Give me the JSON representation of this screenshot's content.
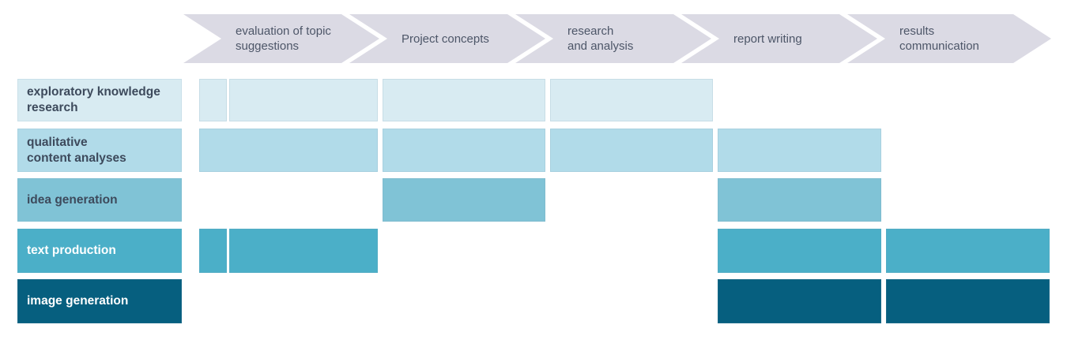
{
  "title": "AI usage across project phases matrix",
  "colors": {
    "background": "#ffffff",
    "chevron_bg": "#dbdae4",
    "chevron_text": "#4d5668",
    "row_text_dark": "#3d4a5c",
    "row_text_light": "#ffffff"
  },
  "phases": [
    {
      "label": "evaluation of topic\nsuggestions"
    },
    {
      "label": "Project concepts"
    },
    {
      "label": "research\nand analysis"
    },
    {
      "label": "report writing"
    },
    {
      "label": "results\ncommunication"
    }
  ],
  "rows": [
    {
      "label": "exploratory knowledge\nresearch",
      "color": "#d8ebf2",
      "text": "dark",
      "cells": [
        {
          "phase": 1,
          "split": true
        },
        {
          "phase": 2
        },
        {
          "phase": 3
        }
      ]
    },
    {
      "label": "qualitative\ncontent analyses",
      "color": "#b1dbe9",
      "text": "dark",
      "cells": [
        {
          "phase": 1
        },
        {
          "phase": 2
        },
        {
          "phase": 3
        },
        {
          "phase": 4
        }
      ]
    },
    {
      "label": "idea generation",
      "color": "#80c3d6",
      "text": "dark",
      "cells": [
        {
          "phase": 2
        },
        {
          "phase": 4
        }
      ]
    },
    {
      "label": "text production",
      "color": "#4bafc8",
      "text": "light",
      "cells": [
        {
          "phase": 1,
          "split": true
        },
        {
          "phase": 4
        },
        {
          "phase": 5
        }
      ]
    },
    {
      "label": "image generation",
      "color": "#065f7f",
      "text": "light",
      "cells": [
        {
          "phase": 4
        },
        {
          "phase": 5
        }
      ]
    }
  ]
}
